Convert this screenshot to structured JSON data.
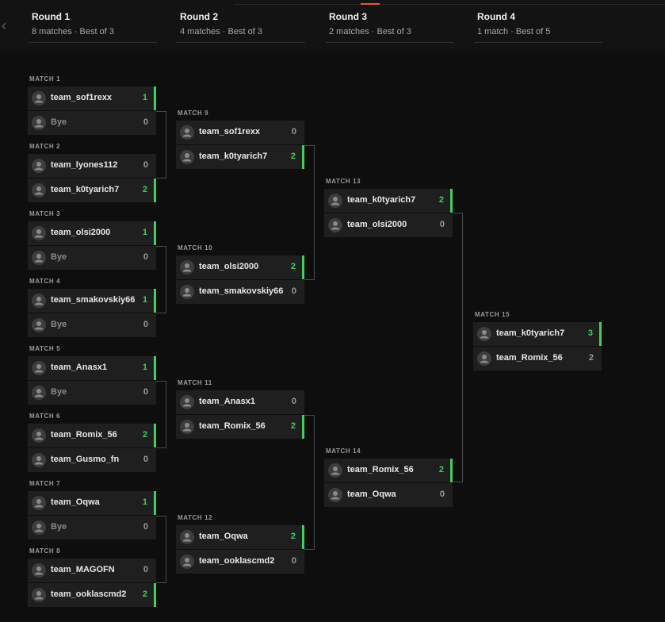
{
  "colors": {
    "background": "#0e0e0e",
    "header": "#131313",
    "slot": "#1f1f1f",
    "win_accent": "#3fcf5f",
    "top_accent": "#e05a3a"
  },
  "nav": {
    "back_icon": "chevron-left-icon",
    "back_glyph": "‹"
  },
  "rounds": [
    {
      "title": "Round 1",
      "subtitle": "8 matches · Best of 3"
    },
    {
      "title": "Round 2",
      "subtitle": "4 matches · Best of 3"
    },
    {
      "title": "Round 3",
      "subtitle": "2 matches · Best of 3"
    },
    {
      "title": "Round 4",
      "subtitle": "1 match · Best of 5"
    }
  ],
  "matches": [
    {
      "label": "MATCH 1",
      "p1": {
        "name": "team_sof1rexx",
        "score": "1",
        "winner": true
      },
      "p2": {
        "name": "Bye",
        "score": "0",
        "winner": false,
        "bye": true
      }
    },
    {
      "label": "MATCH 2",
      "p1": {
        "name": "team_lyones112",
        "score": "0",
        "winner": false
      },
      "p2": {
        "name": "team_k0tyarich7",
        "score": "2",
        "winner": true
      }
    },
    {
      "label": "MATCH 3",
      "p1": {
        "name": "team_olsi2000",
        "score": "1",
        "winner": true
      },
      "p2": {
        "name": "Bye",
        "score": "0",
        "winner": false,
        "bye": true
      }
    },
    {
      "label": "MATCH 4",
      "p1": {
        "name": "team_smakovskiy66",
        "score": "1",
        "winner": true
      },
      "p2": {
        "name": "Bye",
        "score": "0",
        "winner": false,
        "bye": true
      }
    },
    {
      "label": "MATCH 5",
      "p1": {
        "name": "team_Anasx1",
        "score": "1",
        "winner": true
      },
      "p2": {
        "name": "Bye",
        "score": "0",
        "winner": false,
        "bye": true
      }
    },
    {
      "label": "MATCH 6",
      "p1": {
        "name": "team_Romix_56",
        "score": "2",
        "winner": true
      },
      "p2": {
        "name": "team_Gusmo_fn",
        "score": "0",
        "winner": false
      }
    },
    {
      "label": "MATCH 7",
      "p1": {
        "name": "team_Oqwa",
        "score": "1",
        "winner": true
      },
      "p2": {
        "name": "Bye",
        "score": "0",
        "winner": false,
        "bye": true
      }
    },
    {
      "label": "MATCH 8",
      "p1": {
        "name": "team_MAGOFN",
        "score": "0",
        "winner": false
      },
      "p2": {
        "name": "team_ooklascmd2",
        "score": "2",
        "winner": true
      }
    },
    {
      "label": "MATCH 9",
      "p1": {
        "name": "team_sof1rexx",
        "score": "0",
        "winner": false
      },
      "p2": {
        "name": "team_k0tyarich7",
        "score": "2",
        "winner": true
      }
    },
    {
      "label": "MATCH 10",
      "p1": {
        "name": "team_olsi2000",
        "score": "2",
        "winner": true
      },
      "p2": {
        "name": "team_smakovskiy66",
        "score": "0",
        "winner": false
      }
    },
    {
      "label": "MATCH 11",
      "p1": {
        "name": "team_Anasx1",
        "score": "0",
        "winner": false
      },
      "p2": {
        "name": "team_Romix_56",
        "score": "2",
        "winner": true
      }
    },
    {
      "label": "MATCH 12",
      "p1": {
        "name": "team_Oqwa",
        "score": "2",
        "winner": true
      },
      "p2": {
        "name": "team_ooklascmd2",
        "score": "0",
        "winner": false
      }
    },
    {
      "label": "MATCH 13",
      "p1": {
        "name": "team_k0tyarich7",
        "score": "2",
        "winner": true
      },
      "p2": {
        "name": "team_olsi2000",
        "score": "0",
        "winner": false
      }
    },
    {
      "label": "MATCH 14",
      "p1": {
        "name": "team_Romix_56",
        "score": "2",
        "winner": true
      },
      "p2": {
        "name": "team_Oqwa",
        "score": "0",
        "winner": false
      }
    },
    {
      "label": "MATCH 15",
      "p1": {
        "name": "team_k0tyarich7",
        "score": "3",
        "winner": true
      },
      "p2": {
        "name": "team_Romix_56",
        "score": "2",
        "winner": false
      }
    }
  ]
}
